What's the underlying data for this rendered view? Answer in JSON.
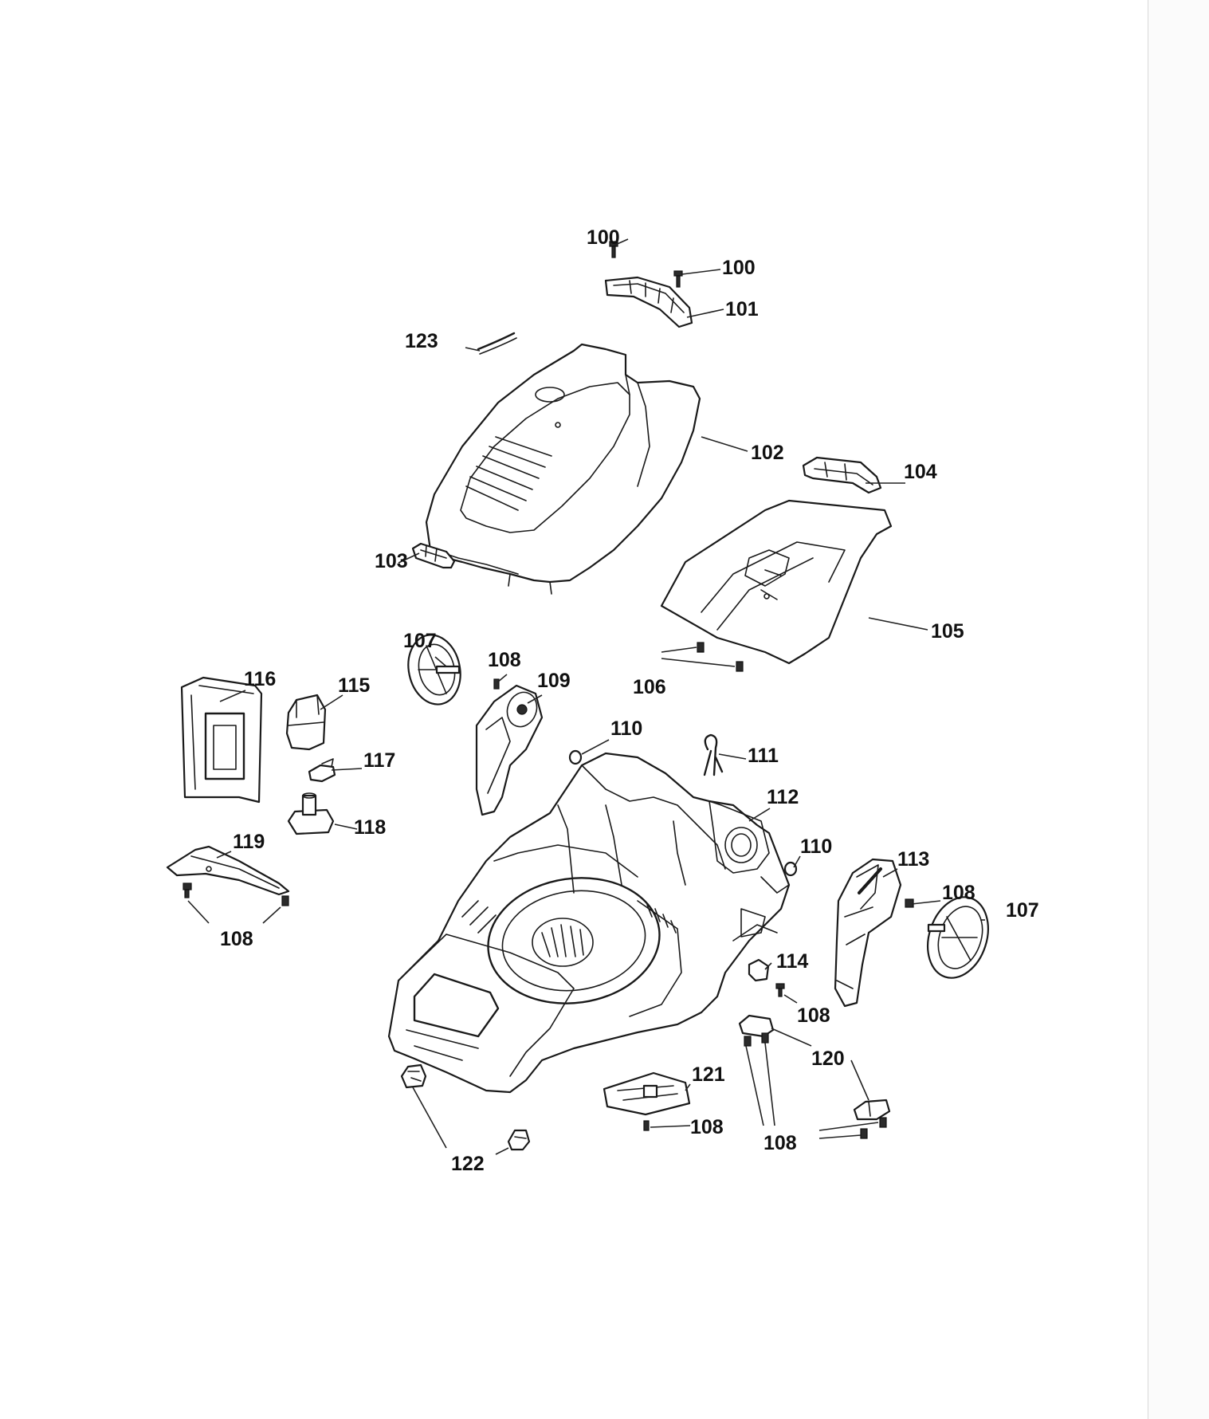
{
  "diagram": {
    "labels": [
      {
        "id": "l100a",
        "text": "100"
      },
      {
        "id": "l100b",
        "text": "100"
      },
      {
        "id": "l101",
        "text": "101"
      },
      {
        "id": "l123",
        "text": "123"
      },
      {
        "id": "l102",
        "text": "102"
      },
      {
        "id": "l104",
        "text": "104"
      },
      {
        "id": "l103",
        "text": "103"
      },
      {
        "id": "l105",
        "text": "105"
      },
      {
        "id": "l107a",
        "text": "107"
      },
      {
        "id": "l108a",
        "text": "108"
      },
      {
        "id": "l109",
        "text": "109"
      },
      {
        "id": "l106",
        "text": "106"
      },
      {
        "id": "l116",
        "text": "116"
      },
      {
        "id": "l115",
        "text": "115"
      },
      {
        "id": "l110a",
        "text": "110"
      },
      {
        "id": "l111",
        "text": "111"
      },
      {
        "id": "l117",
        "text": "117"
      },
      {
        "id": "l112",
        "text": "112"
      },
      {
        "id": "l118",
        "text": "118"
      },
      {
        "id": "l119",
        "text": "119"
      },
      {
        "id": "l110b",
        "text": "110"
      },
      {
        "id": "l113",
        "text": "113"
      },
      {
        "id": "l108b",
        "text": "108"
      },
      {
        "id": "l107b",
        "text": "107"
      },
      {
        "id": "l108c",
        "text": "108"
      },
      {
        "id": "l114",
        "text": "114"
      },
      {
        "id": "l108d",
        "text": "108"
      },
      {
        "id": "l120",
        "text": "120"
      },
      {
        "id": "l121",
        "text": "121"
      },
      {
        "id": "l108e",
        "text": "108"
      },
      {
        "id": "l108f",
        "text": "108"
      },
      {
        "id": "l122",
        "text": "122"
      }
    ]
  }
}
